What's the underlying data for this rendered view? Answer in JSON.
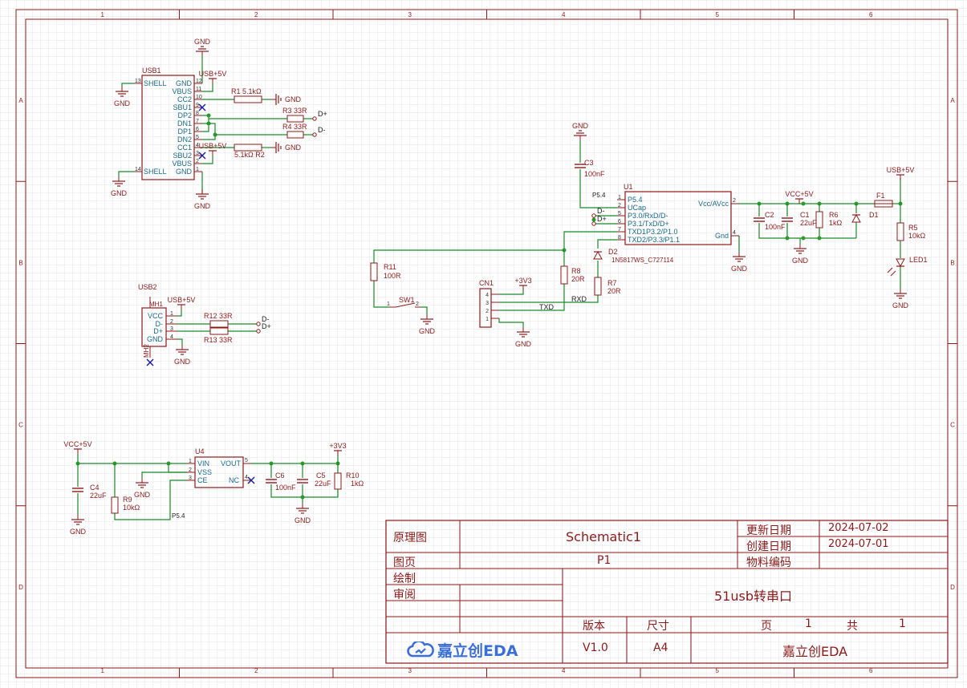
{
  "colors": {
    "frame": "#8b1a1a",
    "wire": "#1a8a2a",
    "pin_text": "#1a6a8a",
    "junction": "#2a9a2a",
    "noconnect": "#1a1aa8",
    "grid": "#e6e6e6",
    "logo": "#3b6fd8"
  },
  "frame": {
    "col_labels": [
      "1",
      "2",
      "3",
      "4",
      "5",
      "6"
    ],
    "row_labels": [
      "A",
      "B",
      "C",
      "D"
    ]
  },
  "usb1": {
    "ref": "USB1",
    "left_pins": [
      {
        "num": "13",
        "name": "SHELL"
      },
      {
        "num": "14",
        "name": "SHELL"
      }
    ],
    "right_pins": [
      {
        "num": "12",
        "name": "GND"
      },
      {
        "num": "11",
        "name": "VBUS"
      },
      {
        "num": "10",
        "name": "CC2"
      },
      {
        "num": "9",
        "name": "SBU1"
      },
      {
        "num": "8",
        "name": "DP2"
      },
      {
        "num": "7",
        "name": "DN1"
      },
      {
        "num": "6",
        "name": "DP1"
      },
      {
        "num": "5",
        "name": "DN2"
      },
      {
        "num": "4",
        "name": "CC1"
      },
      {
        "num": "3",
        "name": "SBU2"
      },
      {
        "num": "2",
        "name": "VBUS"
      },
      {
        "num": "1",
        "name": "GND"
      }
    ]
  },
  "usb2": {
    "ref": "USB2",
    "pins": [
      {
        "num": "1",
        "name": "VCC"
      },
      {
        "num": "2",
        "name": "D-"
      },
      {
        "num": "3",
        "name": "D+"
      },
      {
        "num": "4",
        "name": "GND"
      }
    ],
    "mh1": "MH1",
    "mh2": "MH2"
  },
  "u1": {
    "ref": "U1",
    "left_pins": [
      {
        "num": "1",
        "name": "P5.4"
      },
      {
        "num": "2",
        "name": "UCap"
      },
      {
        "num": "5",
        "name": "P3.0/RxD/D-"
      },
      {
        "num": "6",
        "name": "P3.1/TxD/D+"
      },
      {
        "num": "7",
        "name": "TXD1P3.2/P1.0"
      },
      {
        "num": "8",
        "name": "TXD2/P3.3/P1.1"
      }
    ],
    "right_pins": [
      {
        "num": "2",
        "name": "Vcc/AVcc"
      },
      {
        "num": "4",
        "name": "Gnd"
      }
    ]
  },
  "u4": {
    "ref": "U4",
    "left_pins": [
      {
        "num": "1",
        "name": "VIN"
      },
      {
        "num": "2",
        "name": "VSS"
      },
      {
        "num": "3",
        "name": "CE"
      }
    ],
    "right_pins": [
      {
        "num": "5",
        "name": "VOUT"
      },
      {
        "num": "4",
        "name": "NC"
      }
    ]
  },
  "cn1": {
    "ref": "CN1",
    "pins": [
      "4",
      "3",
      "2",
      "1"
    ]
  },
  "sw1": {
    "ref": "SW1",
    "pin1": "1",
    "pin2": "2"
  },
  "components": {
    "r1": {
      "ref": "R1",
      "value": "5.1kΩ"
    },
    "r2": {
      "ref": "R2",
      "value": "5.1kΩ"
    },
    "r3": {
      "ref": "R3",
      "value": "33R"
    },
    "r4": {
      "ref": "R4",
      "value": "33R"
    },
    "r5": {
      "ref": "R5",
      "value": "10kΩ"
    },
    "r6": {
      "ref": "R6",
      "value": "1kΩ"
    },
    "r7": {
      "ref": "R7",
      "value": "20R"
    },
    "r8": {
      "ref": "R8",
      "value": "20R"
    },
    "r9": {
      "ref": "R9",
      "value": "10kΩ"
    },
    "r10": {
      "ref": "R10",
      "value": "1kΩ"
    },
    "r11": {
      "ref": "R11",
      "value": "100R"
    },
    "r12": {
      "ref": "R12",
      "value": "33R"
    },
    "r13": {
      "ref": "R13",
      "value": "33R"
    },
    "c1": {
      "ref": "C1",
      "value": "22uF"
    },
    "c2": {
      "ref": "C2",
      "value": "100nF"
    },
    "c3": {
      "ref": "C3",
      "value": "100nF"
    },
    "c4": {
      "ref": "C4",
      "value": "22uF"
    },
    "c5": {
      "ref": "C5",
      "value": "22uF"
    },
    "c6": {
      "ref": "C6",
      "value": "100nF"
    },
    "d1": {
      "ref": "D1"
    },
    "d2": {
      "ref": "D2",
      "value": "1N5817WS_C727114"
    },
    "f1": {
      "ref": "F1"
    },
    "led1": {
      "ref": "LED1"
    }
  },
  "nets": {
    "gnd": "GND",
    "usb5v": "USB+5V",
    "vcc5v": "VCC+5V",
    "v3v3": "+3V3",
    "dp": "D+",
    "dm": "D-",
    "txd": "TXD",
    "rxd": "RXD",
    "p54": "P5.4"
  },
  "title_block": {
    "r1_label": "原理图",
    "r1_value": "Schematic1",
    "update_label": "更新日期",
    "update_value": "2024-07-02",
    "create_label": "创建日期",
    "create_value": "2024-07-01",
    "page_label": "图页",
    "page_value": "P1",
    "material_label": "物料编码",
    "draw_label": "绘制",
    "review_label": "审阅",
    "project": "51usb转串口",
    "version_label": "版本",
    "size_label": "尺寸",
    "page_word": "页",
    "page_num": "1",
    "total_word": "共",
    "total_num": "1",
    "logo_text": "嘉立创EDA",
    "version_value": "V1.0",
    "size_value": "A4",
    "company": "嘉立创EDA"
  }
}
